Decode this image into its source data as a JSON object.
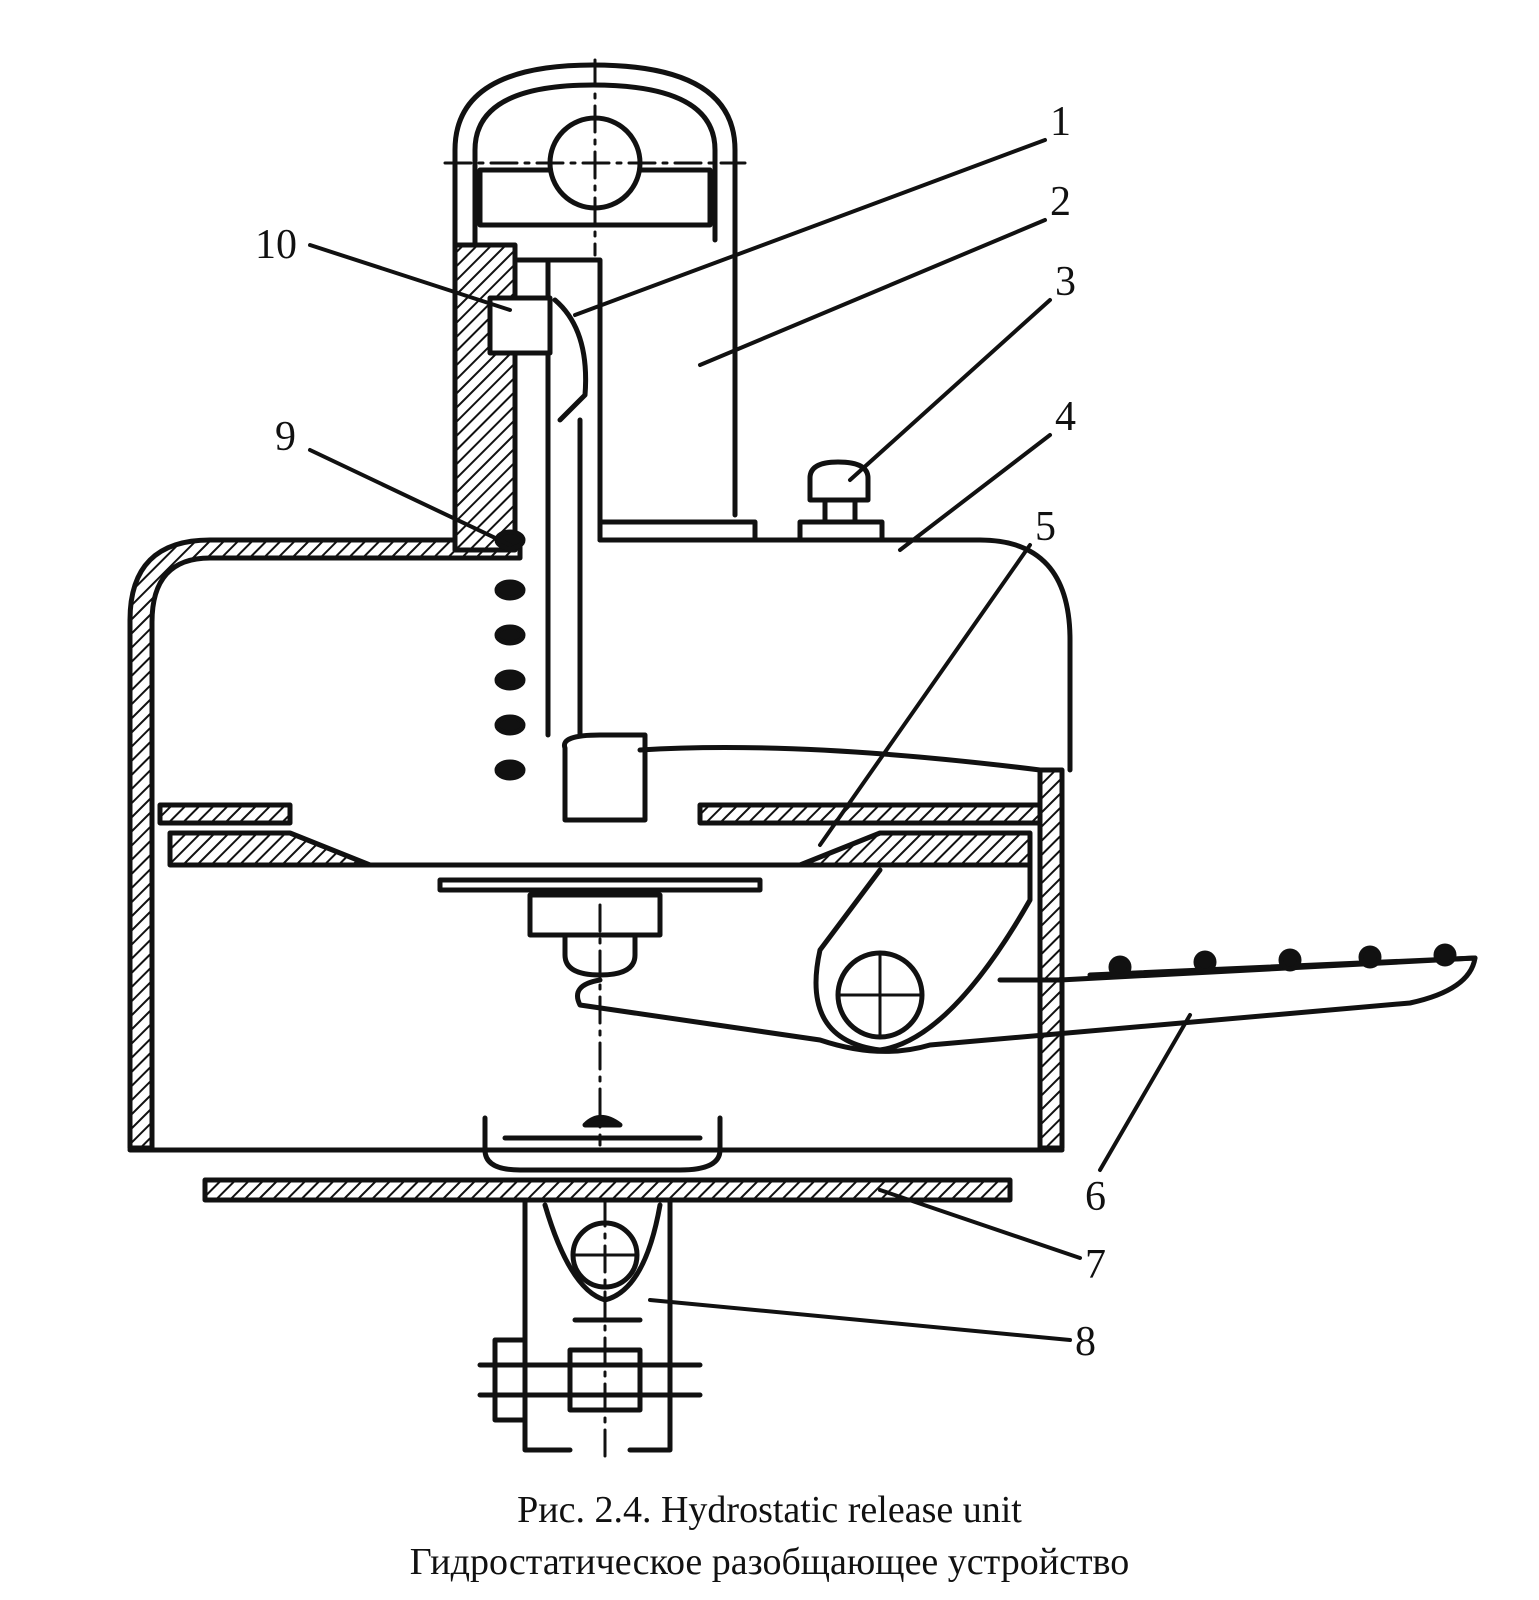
{
  "figure": {
    "caption_line1": "Рис. 2.4.  Hydrostatic release unit",
    "caption_line2": "Гидростатическое разобщающее устройство"
  },
  "labels": [
    "1",
    "2",
    "3",
    "4",
    "5",
    "6",
    "7",
    "8",
    "9",
    "10"
  ],
  "colors": {
    "ink": "#111111",
    "paper": "#ffffff"
  }
}
